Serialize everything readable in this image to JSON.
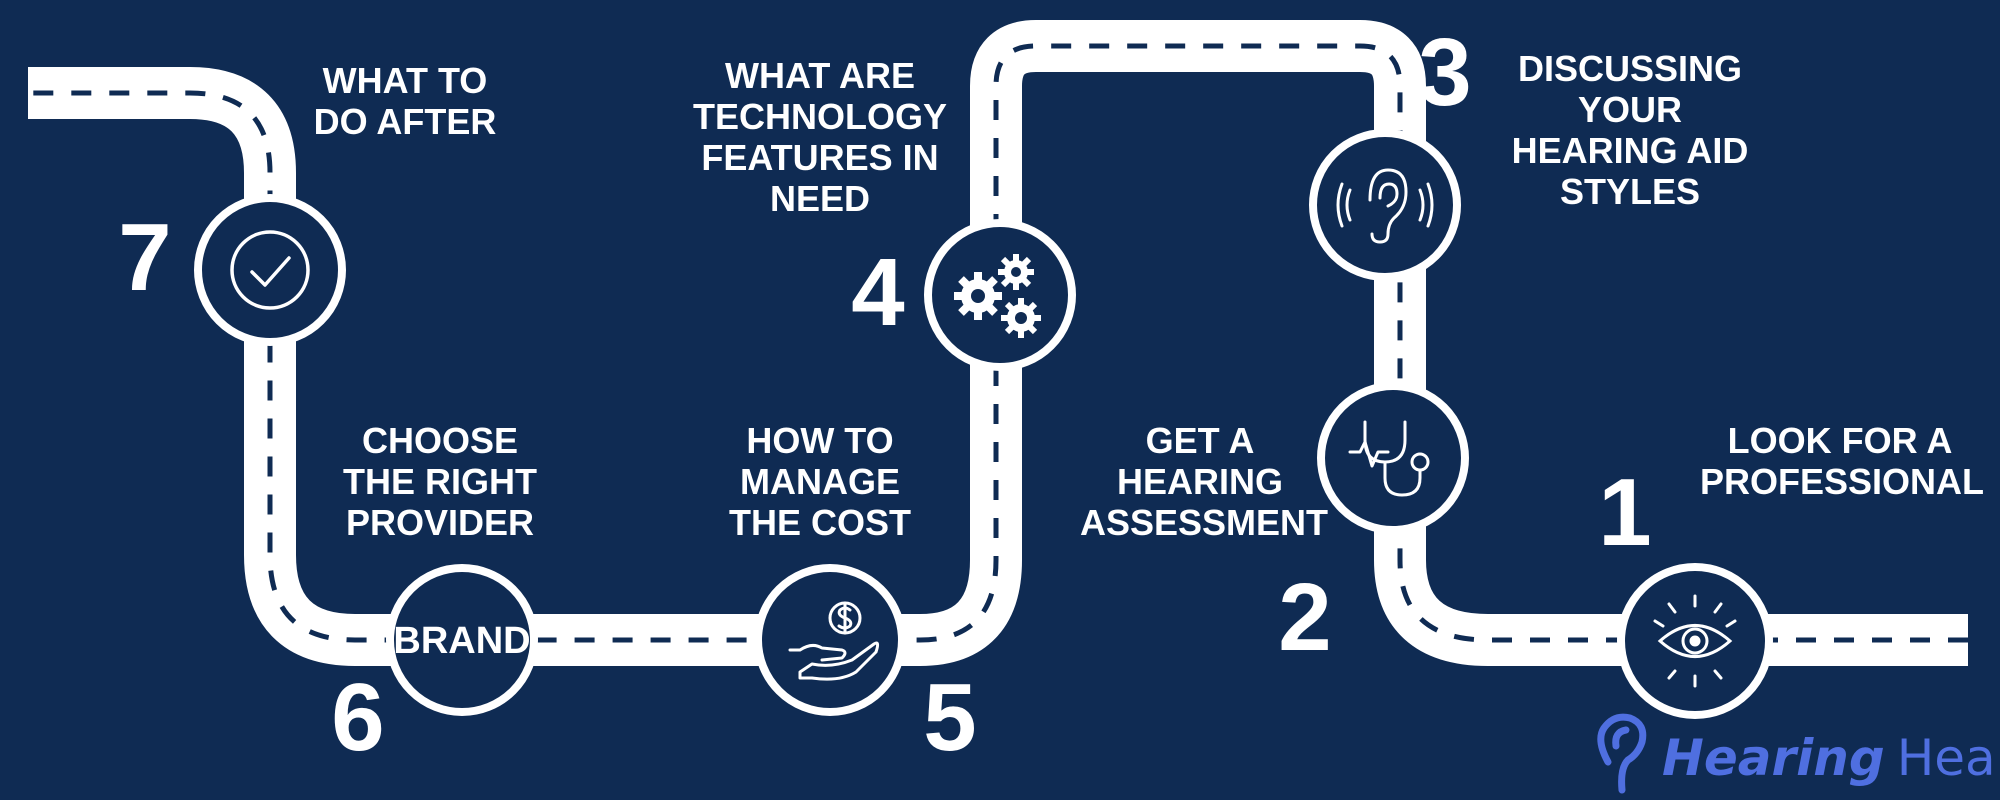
{
  "steps": [
    {
      "number": "1",
      "label_lines": [
        "LOOK FOR A",
        "PROFESSIONAL"
      ],
      "icon": "eye-icon"
    },
    {
      "number": "2",
      "label_lines": [
        "GET A",
        "HEARING",
        "ASSESSMENT"
      ],
      "icon": "stethoscope-icon"
    },
    {
      "number": "3",
      "label_lines": [
        "DISCUSSING",
        "YOUR",
        "HEARING AID",
        "STYLES"
      ],
      "icon": "ear-icon"
    },
    {
      "number": "4",
      "label_lines": [
        "WHAT ARE",
        "TECHNOLOGY",
        "FEATURES IN",
        "NEED"
      ],
      "icon": "gears-icon"
    },
    {
      "number": "5",
      "label_lines": [
        "HOW TO",
        "MANAGE",
        "THE COST"
      ],
      "icon": "hand-dollar-icon"
    },
    {
      "number": "6",
      "label_lines": [
        "CHOOSE",
        "THE RIGHT",
        "PROVIDER"
      ],
      "icon_text": "BRAND"
    },
    {
      "number": "7",
      "label_lines": [
        "WHAT TO",
        "DO AFTER"
      ],
      "icon": "checkmark-icon"
    }
  ],
  "logo": {
    "word1": "Hearing",
    "word2": "Health",
    "icon": "ear-logo-icon"
  },
  "colors": {
    "background": "#0f2b53",
    "road": "#ffffff",
    "logo": "#4f6fe0"
  }
}
